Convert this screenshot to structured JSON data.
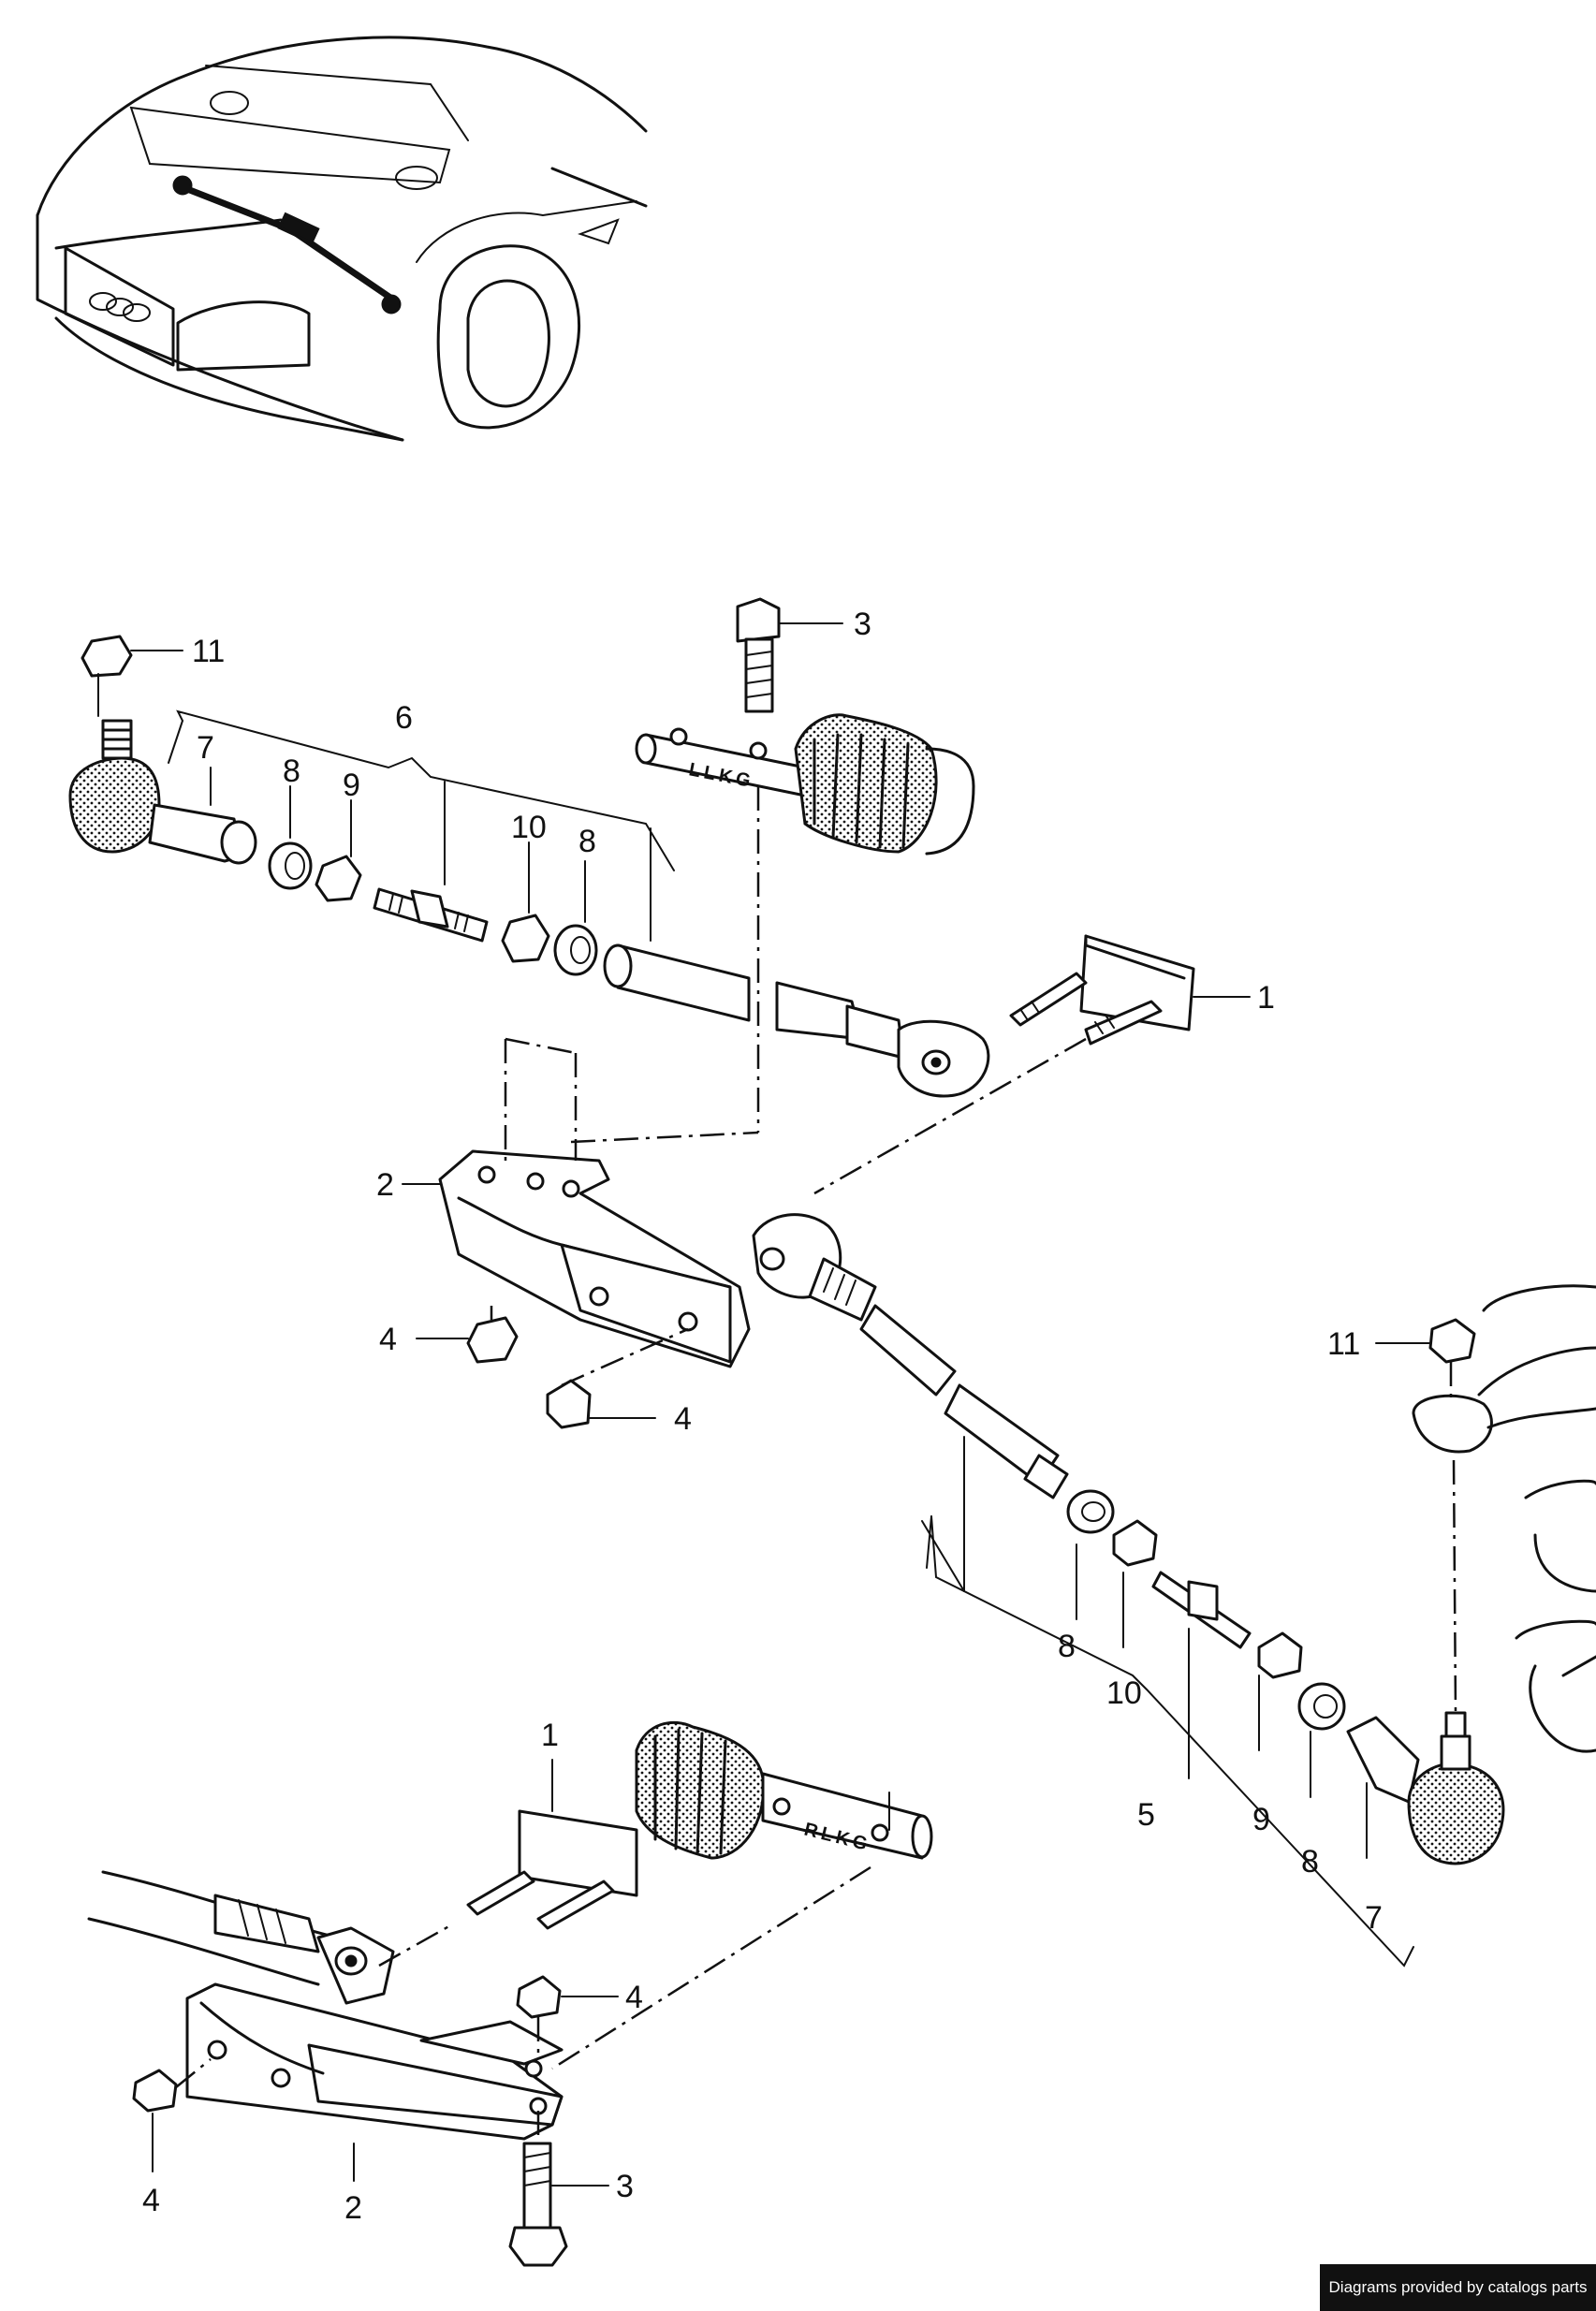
{
  "callouts": {
    "c11a": "11",
    "c6": "6",
    "c7a": "7",
    "c8a": "8",
    "c9a": "9",
    "c10a": "10",
    "c8b": "8",
    "c3a": "3",
    "c1a": "1",
    "c2a": "2",
    "c4a": "4",
    "c4b": "4",
    "c11b": "11",
    "c8c": "8",
    "c10b": "10",
    "c5": "5",
    "c9b": "9",
    "c8d": "8",
    "c7b": "7",
    "c1b": "1",
    "c4c": "4",
    "c4d": "4",
    "c2b": "2",
    "c3b": "3"
  },
  "stamps": {
    "left_rack": "LLKG",
    "right_rack": "RLKG"
  },
  "footer": {
    "credit": "Diagrams provided by catalogs parts"
  }
}
